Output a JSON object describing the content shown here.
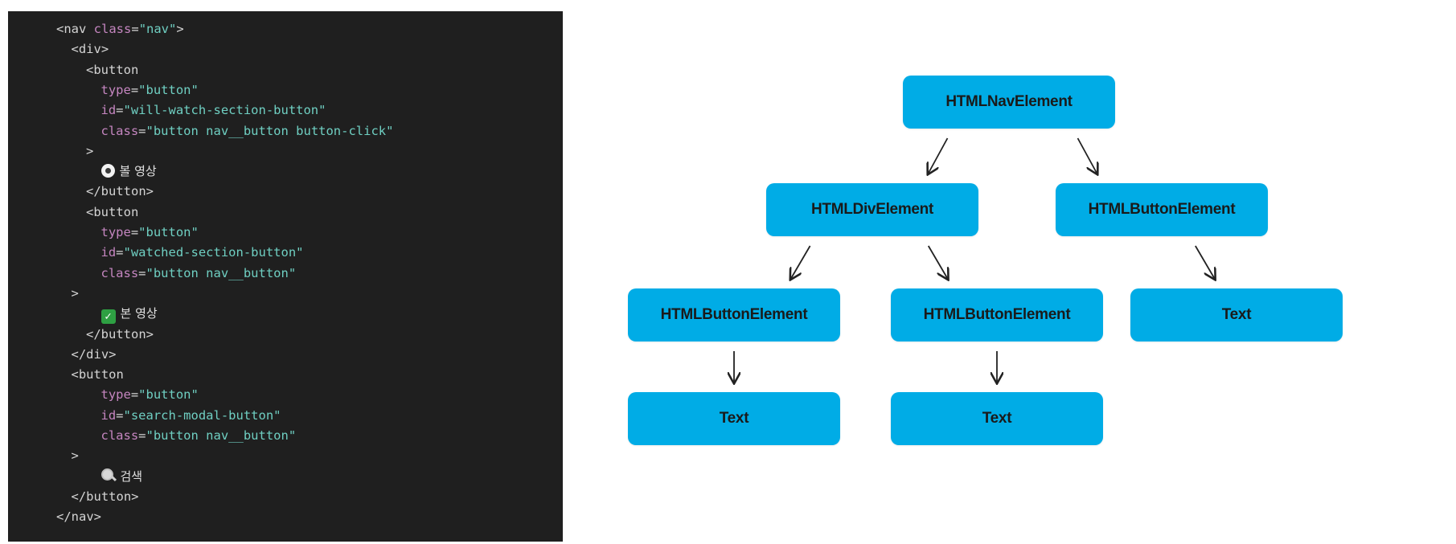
{
  "code_lines": [
    {
      "indent": 0,
      "tokens": [
        [
          "tag",
          "<nav "
        ],
        [
          "attr",
          "class"
        ],
        [
          "eq",
          "="
        ],
        [
          "str",
          "\"nav\""
        ],
        [
          "tag",
          ">"
        ]
      ]
    },
    {
      "indent": 1,
      "tokens": [
        [
          "tag",
          "<div>"
        ]
      ]
    },
    {
      "indent": 2,
      "tokens": [
        [
          "tag",
          "<button"
        ]
      ]
    },
    {
      "indent": 3,
      "tokens": [
        [
          "attr",
          "type"
        ],
        [
          "eq",
          "="
        ],
        [
          "str",
          "\"button\""
        ]
      ]
    },
    {
      "indent": 3,
      "tokens": [
        [
          "attr",
          "id"
        ],
        [
          "eq",
          "="
        ],
        [
          "str",
          "\"will-watch-section-button\""
        ]
      ]
    },
    {
      "indent": 3,
      "tokens": [
        [
          "attr",
          "class"
        ],
        [
          "eq",
          "="
        ],
        [
          "str",
          "\"button nav__button button-click\""
        ]
      ]
    },
    {
      "indent": 2,
      "tokens": [
        [
          "tag",
          ">"
        ]
      ]
    },
    {
      "indent": 3,
      "icon": "eye-icon",
      "tokens": [
        [
          "text",
          "볼 영상"
        ]
      ]
    },
    {
      "indent": 2,
      "tokens": [
        [
          "tag",
          "</button>"
        ]
      ]
    },
    {
      "indent": 2,
      "tokens": [
        [
          "tag",
          "<button"
        ]
      ]
    },
    {
      "indent": 3,
      "tokens": [
        [
          "attr",
          "type"
        ],
        [
          "eq",
          "="
        ],
        [
          "str",
          "\"button\""
        ]
      ]
    },
    {
      "indent": 3,
      "tokens": [
        [
          "attr",
          "id"
        ],
        [
          "eq",
          "="
        ],
        [
          "str",
          "\"watched-section-button\""
        ]
      ]
    },
    {
      "indent": 3,
      "tokens": [
        [
          "attr",
          "class"
        ],
        [
          "eq",
          "="
        ],
        [
          "str",
          "\"button nav__button\""
        ]
      ]
    },
    {
      "indent": 1,
      "tokens": [
        [
          "tag",
          ">"
        ]
      ]
    },
    {
      "indent": 3,
      "icon": "check-icon",
      "tokens": [
        [
          "text",
          "본 영상"
        ]
      ]
    },
    {
      "indent": 2,
      "tokens": [
        [
          "tag",
          "</button>"
        ]
      ]
    },
    {
      "indent": 1,
      "tokens": [
        [
          "tag",
          "</div>"
        ]
      ]
    },
    {
      "indent": 1,
      "tokens": [
        [
          "tag",
          "<button"
        ]
      ]
    },
    {
      "indent": 3,
      "tokens": [
        [
          "attr",
          "type"
        ],
        [
          "eq",
          "="
        ],
        [
          "str",
          "\"button\""
        ]
      ]
    },
    {
      "indent": 3,
      "tokens": [
        [
          "attr",
          "id"
        ],
        [
          "eq",
          "="
        ],
        [
          "str",
          "\"search-modal-button\""
        ]
      ]
    },
    {
      "indent": 3,
      "tokens": [
        [
          "attr",
          "class"
        ],
        [
          "eq",
          "="
        ],
        [
          "str",
          "\"button nav__button\""
        ]
      ]
    },
    {
      "indent": 1,
      "tokens": [
        [
          "tag",
          ">"
        ]
      ]
    },
    {
      "indent": 3,
      "icon": "search-icon",
      "tokens": [
        [
          "text",
          "검색"
        ]
      ]
    },
    {
      "indent": 1,
      "tokens": [
        [
          "tag",
          "</button>"
        ]
      ]
    },
    {
      "indent": 0,
      "tokens": [
        [
          "tag",
          "</nav>"
        ]
      ]
    }
  ],
  "tree": {
    "nodes": [
      {
        "id": "nav",
        "label": "HTMLNavElement"
      },
      {
        "id": "div",
        "label": "HTMLDivElement"
      },
      {
        "id": "btn3",
        "label": "HTMLButtonElement"
      },
      {
        "id": "btn1",
        "label": "HTMLButtonElement"
      },
      {
        "id": "btn2",
        "label": "HTMLButtonElement"
      },
      {
        "id": "text3",
        "label": "Text"
      },
      {
        "id": "text1",
        "label": "Text"
      },
      {
        "id": "text2",
        "label": "Text"
      }
    ],
    "edges": [
      [
        "nav",
        "div"
      ],
      [
        "nav",
        "btn3"
      ],
      [
        "div",
        "btn1"
      ],
      [
        "div",
        "btn2"
      ],
      [
        "btn3",
        "text3"
      ],
      [
        "btn1",
        "text1"
      ],
      [
        "btn2",
        "text2"
      ]
    ],
    "node_color": "#00ace6"
  }
}
